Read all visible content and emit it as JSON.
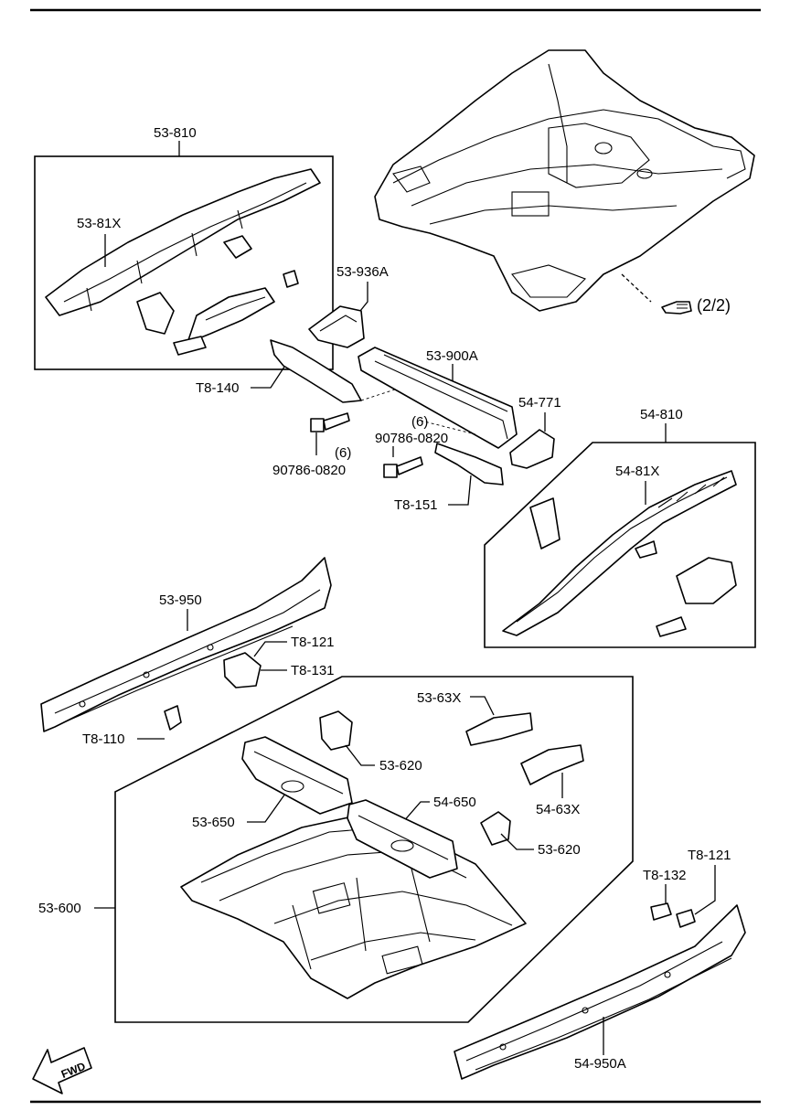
{
  "labels": {
    "p53_810": "53-810",
    "p53_81x": "53-81X",
    "p53_936a": "53-936A",
    "pt8_140": "T8-140",
    "p53_900a": "53-900A",
    "p54_771": "54-771",
    "p90786_a": "90786-0820",
    "p90786_a_qty": "(6)",
    "p90786_b": "90786-0820",
    "p90786_b_qty": "(6)",
    "pt8_151": "T8-151",
    "p54_810": "54-810",
    "p54_81x": "54-81X",
    "ref_2_2": "(2/2)",
    "p53_950": "53-950",
    "pt8_121_a": "T8-121",
    "pt8_131": "T8-131",
    "pt8_110": "T8-110",
    "p53_63x": "53-63X",
    "p53_620_a": "53-620",
    "p54_63x": "54-63X",
    "p53_650": "53-650",
    "p54_650": "54-650",
    "p53_620_b": "53-620",
    "p53_600": "53-600",
    "pt8_121_b": "T8-121",
    "pt8_132": "T8-132",
    "p54_950a": "54-950A",
    "fwd": "FWD"
  },
  "icons": [
    "pointing-hand-icon",
    "fwd-arrow-icon"
  ]
}
